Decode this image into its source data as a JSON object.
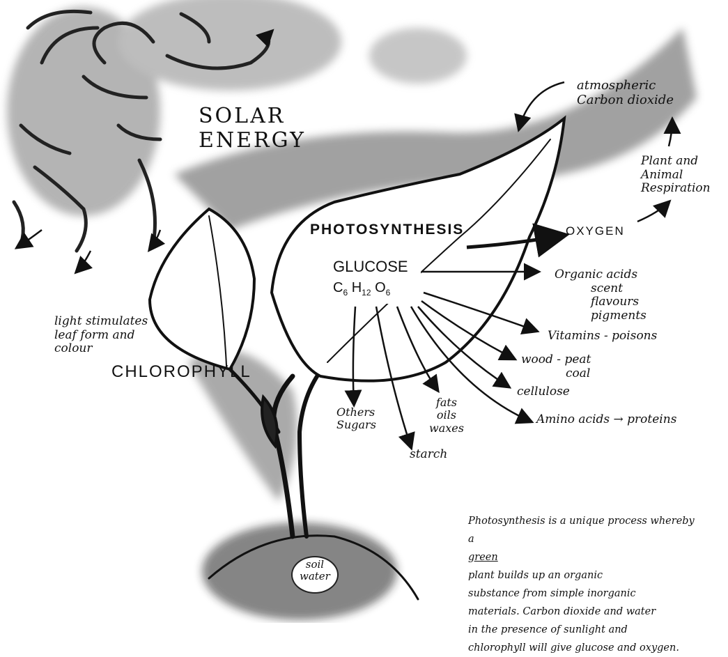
{
  "sun": {
    "label_line1": "SOLAR",
    "label_line2": "ENERGY"
  },
  "process": {
    "title": "PHOTOSYNTHESIS",
    "product": "GLUCOSE",
    "formula": {
      "c": "C",
      "c_n": "6",
      "h": "H",
      "h_n": "12",
      "o": "O",
      "o_n": "6"
    }
  },
  "outputs": {
    "oxygen": "OXYGEN",
    "atmospheric_line1": "atmospheric",
    "atmospheric_line2": "Carbon dioxide",
    "respiration_line1": "Plant and",
    "respiration_line2": "Animal",
    "respiration_line3": "Respiration",
    "organic_line1": "Organic acids",
    "organic_line2": "scent",
    "organic_line3": "flavours",
    "organic_line4": "pigments",
    "vitamins": "Vitamins - poisons",
    "wood_line1": "wood - peat",
    "wood_line2": "coal",
    "cellulose": "cellulose",
    "amino": "Amino acids → proteins",
    "fats_line1": "fats",
    "fats_line2": "oils",
    "fats_line3": "waxes",
    "others_line1": "Others",
    "others_line2": "Sugars",
    "starch": "starch"
  },
  "plant": {
    "light_line1": "light stimulates",
    "light_line2": "leaf form and",
    "light_line3": "colour",
    "chlorophyll": "CHLOROPHYLL",
    "soil_line1": "soil",
    "soil_line2": "water"
  },
  "description": {
    "line1": "Photosynthesis is a unique process whereby",
    "line2_pre": "a ",
    "line2_green": "green",
    "line2_post": " plant builds up an organic",
    "line3": "substance from simple inorganic",
    "line4": "materials. Carbon dioxide and water",
    "line5": "in the presence of sunlight and",
    "line6": "chlorophyll will give glucose and oxygen."
  },
  "colors": {
    "ink": "#111111",
    "paper": "#ffffff",
    "shade": "#6a6a6a"
  }
}
